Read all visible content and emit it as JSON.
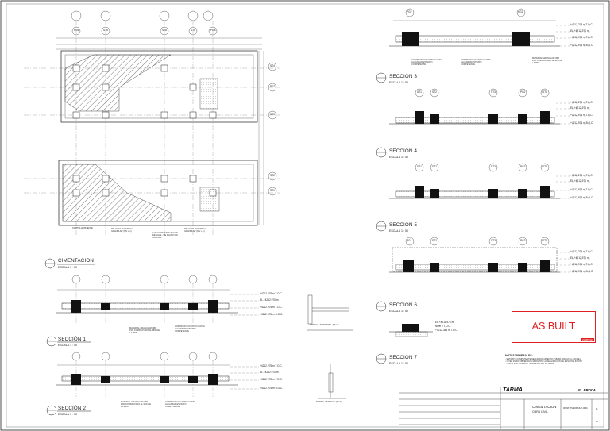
{
  "plan": {
    "title": "CIMENTACION",
    "scale": "ESCALA  1 : 50",
    "axis_top": [
      "PG6",
      "ST6",
      "ST8",
      "ST6",
      "PG8"
    ],
    "axis_right": [
      "ST4",
      "PG2",
      "ST3",
      "ST2",
      "ST1"
    ],
    "notes": [
      "CAPITEL EXISTENTE",
      "RELLENO - MATERIAL GRANULAR (NIV + 1)",
      "LOSA EXISTENTE SEGUN DETALLE - NE PLANO 000 SS-C-001",
      "RELLENO - MATERIAL GRANULAR (NIV + 1)"
    ]
  },
  "sections_left": [
    {
      "title": "SECCIÓN 1",
      "scale": "ESCALA  1 : 50",
      "axes": [
        "PG6",
        "ST6",
        "ST8",
        "ST6",
        "PG8"
      ],
      "elevations": [
        "+4212.275 m T.O.C.",
        "EL.+4212.970 m",
        "+4212.975 m T.O.C.",
        "+4212.975 m B.O.C."
      ],
      "notes": [
        "MATERIAL GRANULAR CBR 15% COMPACTADO AL 98% DE LA MDS",
        "HORMIGON CICLOPEO HASTA ALCANZAR ESTRATO COMPETENTE"
      ]
    },
    {
      "title": "SECCIÓN 2",
      "scale": "ESCALA  1 : 50",
      "axes": [
        "PG6",
        "ST6",
        "ST8",
        "ST6",
        "PG8"
      ],
      "elevations": [
        "+4212.275 m T.O.C.",
        "EL.+4212.970 m",
        "+4212.275 m T.O.C.",
        "+4212.975 m B.O.C."
      ],
      "notes": [
        "MATERIAL GRANULAR CBR 15% COMPACTADO AL 98% DE LA MDS",
        "HORMIGON CICLOPEO HASTA ALCANZAR ESTRATO COMPETENTE"
      ]
    }
  ],
  "details": [
    {
      "title": "DOWELL HORIZONTAL (DH-1)"
    },
    {
      "title": "DOWELL VERTICAL (DV-1)"
    }
  ],
  "sections_right": [
    {
      "title": "SECCIÓN 3",
      "scale": "ESCALA  1 : 50",
      "axes": [
        "PG2",
        "PG2"
      ],
      "elevations": [
        "+4212.275 m T.O.C.",
        "EL.+4212.970 m",
        "+4212.975 m T.O.C.",
        "+4212.975 m B.O.C."
      ]
    },
    {
      "title": "SECCIÓN 4",
      "scale": "ESCALA  1 : 50",
      "axes": [
        "ST1",
        "ST2",
        "ST3",
        "PG2",
        "ST4"
      ],
      "elevations": [
        "+4212.275 m T.O.C.",
        "EL.+4212.970 m",
        "+4212.975 m T.O.C.",
        "+4212.975 m B.O.C."
      ]
    },
    {
      "title": "SECCIÓN 5",
      "scale": "ESCALA  1 : 50",
      "axes": [
        "ST1",
        "ST2",
        "ST3",
        "PG2",
        "ST4"
      ],
      "elevations": [
        "+4212.275 m T.O.C.",
        "EL.+4212.970 m",
        "+4212.975 m T.O.C.",
        "+4212.975 m B.O.C."
      ]
    },
    {
      "title": "SECCIÓN 6",
      "scale": "ESCALA  1 : 50",
      "axes": [
        "PG1",
        "ST2",
        "ST3",
        "PG2",
        "ST4"
      ],
      "elevations": [
        "+4212.275 m T.O.C.",
        "EL.+4212.970 m",
        "+4212.975 m T.O.C.",
        "+4212.975 m B.O.C."
      ]
    },
    {
      "title": "SECCIÓN 7",
      "scale": "ESCALA  1 : 50",
      "axes": [],
      "elevations": [
        "EL.+4211.975 m",
        "Nivel 2 T.O.C.",
        "+4212.345 m T.O.C."
      ]
    }
  ],
  "right_notes": [
    "HORMIGON CICLOPEO HASTA ALCANZAR ESTRATO COMPETENTE",
    "HORMIGON CICLOPEO HASTA ALCANZAR ESTRATO COMPETENTE",
    "MATERIAL GRANULAR CBR 15% COMPACTADO AL 98% DE LA MDS"
  ],
  "stamp": {
    "text": "AS BUILT",
    "date": "21/08/2024"
  },
  "general_notes": {
    "title": "NOTAS GENERALES:",
    "lines": [
      "- ESTRATO COMPETENTE SEGUN DOCUMENTO P1810R-0000-MC-C-100-3E-0",
      "- NIVEL FINDO OBTENIDOS MEDIANTE LA REALIZACION DE ENSAYOS IN SITU",
      "- VER PLANO GENERAL 3000SS732-000-SC-P-0001"
    ]
  },
  "title_block": {
    "company_left": "TARMA",
    "company_right": "EL BROCAL",
    "drawing_title": "CIMENTACION",
    "drawing_subtitle": "OBRA CIVIL",
    "drawing_no": "000SS-TS-200-SS-P-0001",
    "sheet": "1",
    "rev": "0"
  },
  "colors": {
    "line": "#1a1a1a",
    "hatch": "#333333",
    "stamp": "#e02020",
    "footing": "#111111"
  }
}
